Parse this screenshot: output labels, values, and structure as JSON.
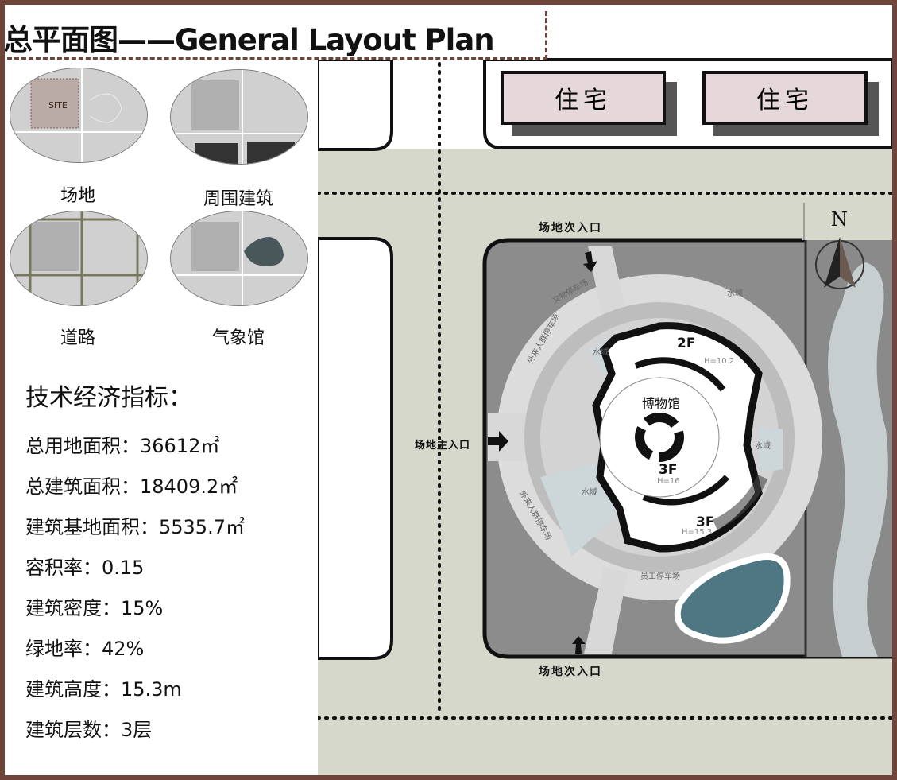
{
  "title": "总平面图——General Layout Plan",
  "thumbnails": [
    {
      "label": "场地",
      "tag": "SITE"
    },
    {
      "label": "周围建筑"
    },
    {
      "label": "道路"
    },
    {
      "label": "气象馆"
    }
  ],
  "indicators": {
    "title": "技术经济指标：",
    "items": [
      "总用地面积：36612㎡",
      "总建筑面积：18409.2㎡",
      "建筑基地面积：5535.7㎡",
      "容积率：0.15",
      "建筑密度：15%",
      "绿地率：42%",
      "建筑高度：15.3m",
      "建筑层数：3层"
    ]
  },
  "map": {
    "residential": [
      "住宅",
      "住宅"
    ],
    "secondary_entrance_top": "场地次入口",
    "secondary_entrance_bottom": "场地次入口",
    "main_entrance": "场地主入口",
    "north": "N",
    "museum": "博物馆",
    "floors": [
      {
        "label": "2F",
        "height": "H=10.2"
      },
      {
        "label": "3F",
        "height": "H=16"
      },
      {
        "label": "3F",
        "height": "H=15.3"
      }
    ],
    "parking": {
      "relics": "文物停车场",
      "visitors_1": "外来人群停车场",
      "visitors_2": "外来人群停车场",
      "staff": "员工停车场"
    },
    "water": [
      "水域",
      "水域",
      "水域",
      "水域"
    ]
  },
  "colors": {
    "frame": "#6e4538",
    "ground": "#d6d8cb",
    "water": "#4f7683"
  }
}
